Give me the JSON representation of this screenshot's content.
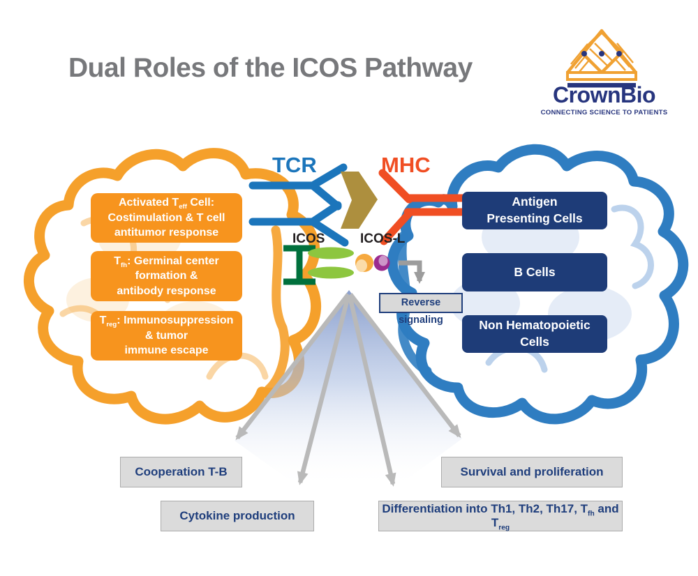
{
  "title": "Dual Roles of the ICOS Pathway",
  "logo": {
    "name": "CrownBio",
    "tagline": "CONNECTING SCIENCE TO PATIENTS",
    "icon": "crown-icon"
  },
  "center": {
    "tcr": "TCR",
    "mhc": "MHC",
    "icos": "ICOS",
    "icos_l": "ICOS-L",
    "reverse_signaling": "Reverse signaling"
  },
  "left_cell": {
    "boxes": [
      {
        "pre": "Activated T",
        "sub": "eff",
        "post": " Cell:",
        "line2": "Costimulation & T cell",
        "line3": "antitumor response"
      },
      {
        "pre": "T",
        "sub": "fh",
        "post": ": Germinal center",
        "line2": "formation &",
        "line3": "antibody response"
      },
      {
        "pre": "T",
        "sub": "reg",
        "post": ": Immunosuppression",
        "line2": "& tumor",
        "line3": "immune escape"
      }
    ]
  },
  "right_cell": {
    "boxes": [
      {
        "line1": "Antigen",
        "line2": "Presenting Cells"
      },
      {
        "line1": "B Cells"
      },
      {
        "line1": "Non Hematopoietic",
        "line2": "Cells"
      }
    ]
  },
  "outcomes": {
    "cooperation": "Cooperation T-B",
    "cytokine": "Cytokine production",
    "survival": "Survival and proliferation",
    "diff_pre": "Differentiation into Th1, Th2, Th17, T",
    "diff_sub1": "fh",
    "diff_mid": " and T",
    "diff_sub2": "reg"
  },
  "colors": {
    "title_gray": "#77787B",
    "left_cell_orange": "#F7941E",
    "orange_outline": "#F5A02B",
    "right_cell_navy": "#1E3C78",
    "blue_outline": "#2F7DC1",
    "tcr_blue": "#1B75BB",
    "mhc_red": "#F04E23",
    "antigen_gold": "#AD8F3E",
    "icos_green": "#8DC63F",
    "icos_stem_green": "#00703C",
    "icosl_yellow": "#F6A93F",
    "icosl_purple": "#9B2B8F",
    "arrow_gray": "#B9B9B9",
    "outcome_box_bg": "#DBDBDB",
    "outcome_text_navy": "#1F3E7C",
    "logo_navy": "#27357E",
    "logo_gold": "#F0A132"
  }
}
